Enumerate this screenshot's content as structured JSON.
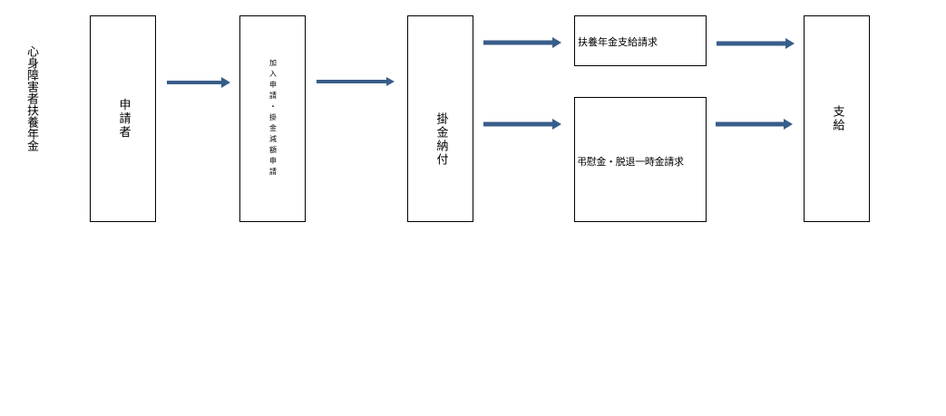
{
  "diagram": {
    "side_title": "心身障害者扶養年金",
    "nodes": {
      "applicant": "申請者",
      "application": "加入申請・掛金減額申請",
      "premium_payment": "掛金納付",
      "pension_claim": "扶養年金支給請求",
      "condolence_claim": "弔慰金・脱退一時金請求",
      "payment": "支給"
    },
    "colors": {
      "arrow": "#385d8a",
      "box_border": "#000000"
    }
  }
}
